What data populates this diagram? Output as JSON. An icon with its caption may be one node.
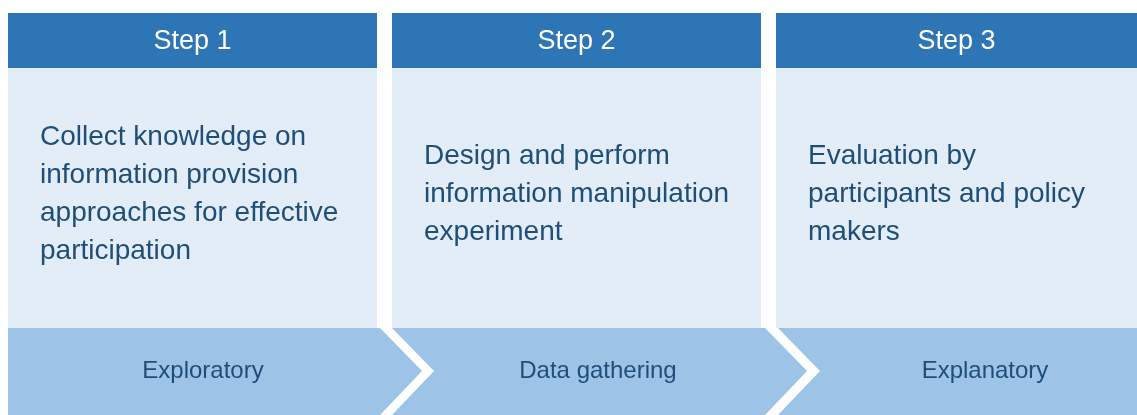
{
  "diagram": {
    "nodes": [
      {
        "text": [
          "Step 1",
          "Collect knowledge on information provision approaches for effective participation"
        ]
      },
      {
        "text": [
          "Exploratory"
        ]
      },
      {
        "text": [
          "Step 2",
          "Design and perform information manipulation experiment"
        ]
      },
      {
        "text": [
          "Data gathering"
        ]
      },
      {
        "text": [
          "Step 3",
          "Evaluation by participants and policy makers"
        ]
      },
      {
        "text": [
          "Explanatory"
        ]
      }
    ]
  }
}
